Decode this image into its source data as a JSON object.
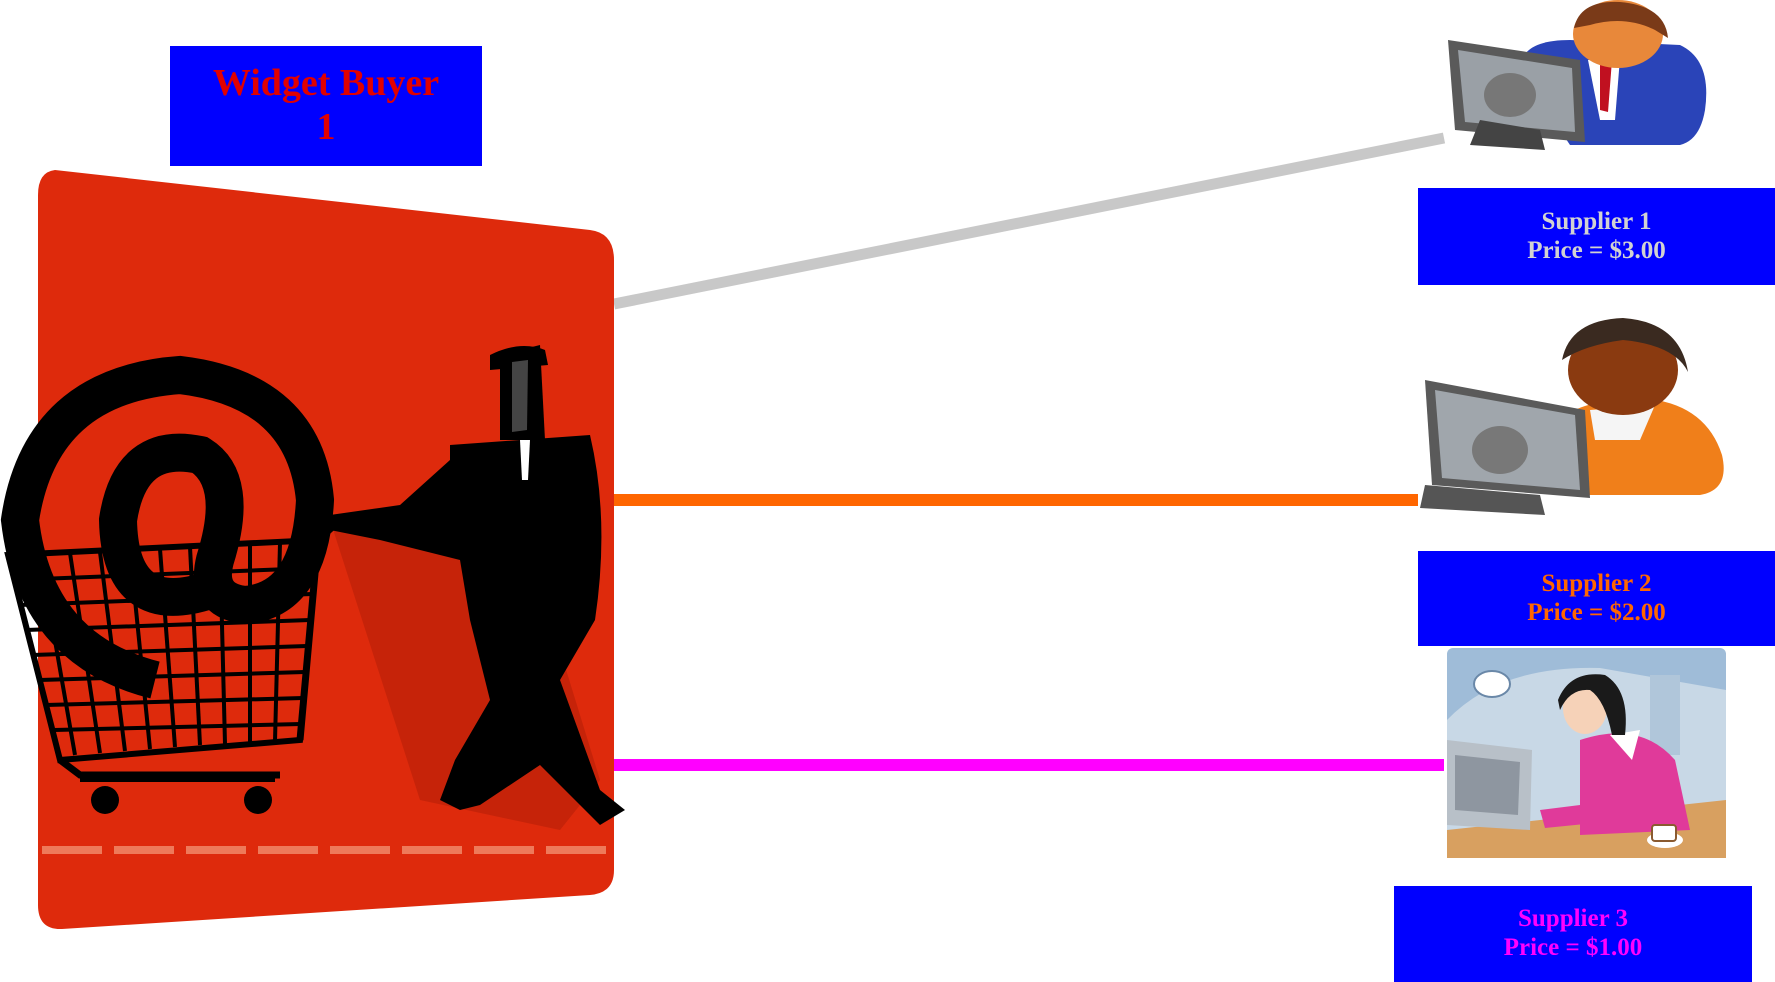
{
  "buyer": {
    "title_line1": "Widget Buyer",
    "title_line2": "1"
  },
  "suppliers": [
    {
      "name": "Supplier 1",
      "price": "Price = $3.00",
      "color": "#c8c8c8"
    },
    {
      "name": "Supplier 2",
      "price": "Price = $2.00",
      "color": "#ff6600"
    },
    {
      "name": "Supplier 3",
      "price": "Price = $1.00",
      "color": "#ff00ff"
    }
  ],
  "colors": {
    "label_background": "#0000ff",
    "buyer_text": "#e10000",
    "buyer_panel": "#de2a0c"
  },
  "icons": [
    "shopping-cart-man-icon",
    "at-sign-icon",
    "male-computer-user-icon",
    "computer-user-icon",
    "woman-at-computer-icon"
  ]
}
